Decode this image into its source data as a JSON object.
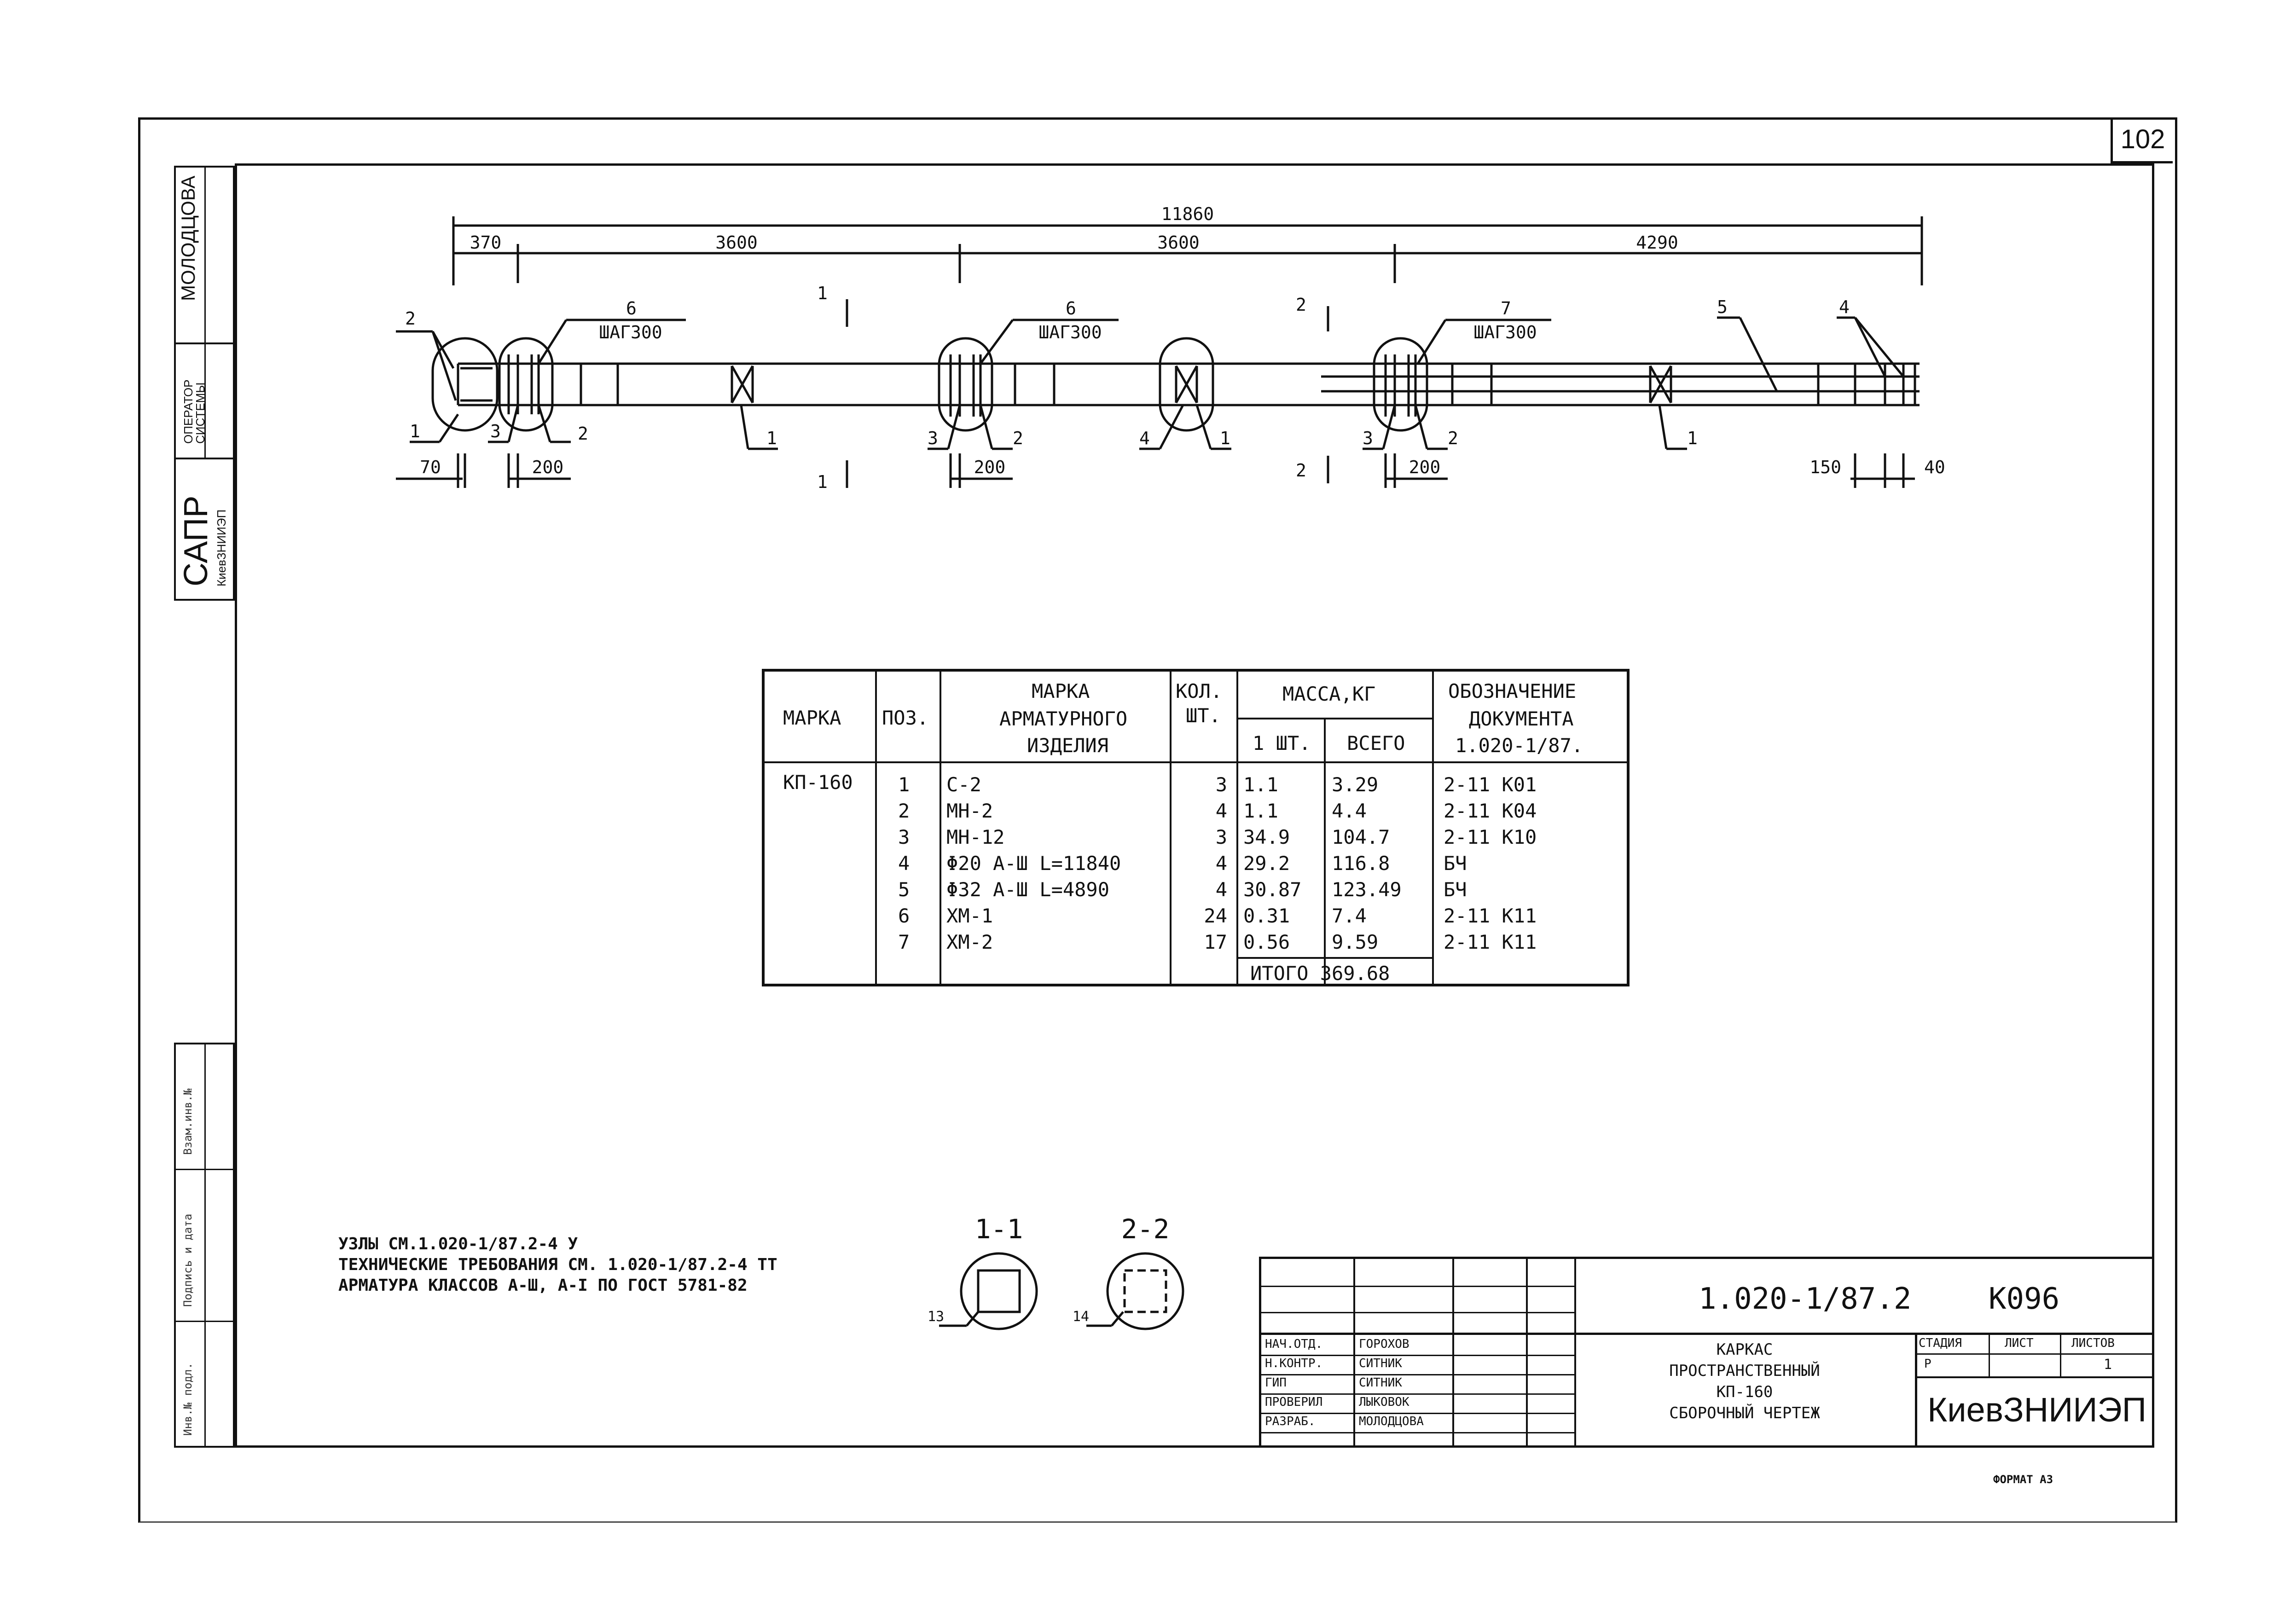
{
  "sheet_number": "102",
  "side_stamp": {
    "name": "МОЛОДЦОВА",
    "role": "ОПЕРАТОР СИСТЕМЫ",
    "system": "САПР",
    "org": "КиевЗНИИЭП",
    "bottom_cells": [
      "Взам.инв.№",
      "Подпись и дата",
      "Инв.№ подл."
    ]
  },
  "dimensions": {
    "total": "11860",
    "d370": "370",
    "d3600a": "3600",
    "d3600b": "3600",
    "d4290": "4290",
    "d70": "70",
    "d200a": "200",
    "d200b": "200",
    "d200c": "200",
    "d150": "150",
    "d40": "40"
  },
  "callouts": {
    "step_label": "ШАГ300",
    "n1": "1",
    "n2": "2",
    "n3": "3",
    "n4": "4",
    "n5": "5",
    "n6": "6",
    "n7": "7",
    "sec1": "1",
    "sec2": "2"
  },
  "spec_table": {
    "headers": {
      "marka": "МАРКА",
      "pos": "ПОЗ.",
      "item_marka": [
        "МАРКА",
        "АРМАТУРНОГО",
        "ИЗДЕЛИЯ"
      ],
      "qty": [
        "КОЛ.",
        "ШТ."
      ],
      "mass": "МАССА,КГ",
      "mass_one": "1 ШТ.",
      "mass_total": "ВСЕГО",
      "doc": [
        "ОБОЗНАЧЕНИЕ",
        "ДОКУМЕНТА",
        "1.020-1/87."
      ]
    },
    "marka_value": "КП-160",
    "rows": [
      {
        "pos": "1",
        "item": "С-2",
        "qty": "3",
        "one": "1.1",
        "total": "3.29",
        "doc": "2-11 К01"
      },
      {
        "pos": "2",
        "item": "МН-2",
        "qty": "4",
        "one": "1.1",
        "total": "4.4",
        "doc": "2-11 К04"
      },
      {
        "pos": "3",
        "item": "МН-12",
        "qty": "3",
        "one": "34.9",
        "total": "104.7",
        "doc": "2-11 К10"
      },
      {
        "pos": "4",
        "item": "Φ20 А-Ш L=11840",
        "qty": "4",
        "one": "29.2",
        "total": "116.8",
        "doc": "БЧ"
      },
      {
        "pos": "5",
        "item": "Φ32 А-Ш L=4890",
        "qty": "4",
        "one": "30.87",
        "total": "123.49",
        "doc": "БЧ"
      },
      {
        "pos": "6",
        "item": "ХМ-1",
        "qty": "24",
        "one": "0.31",
        "total": "7.4",
        "doc": "2-11 К11"
      },
      {
        "pos": "7",
        "item": "ХМ-2",
        "qty": "17",
        "one": "0.56",
        "total": "9.59",
        "doc": "2-11 К11"
      }
    ],
    "total_label": "ИТОГО 369.68"
  },
  "notes": [
    "УЗЛЫ СМ.1.020-1/87.2-4 У",
    "ТЕХНИЧЕСКИЕ ТРЕБОВАНИЯ СМ. 1.020-1/87.2-4 ТТ",
    "АРМАТУРА КЛАССОВ А-Ш, А-I ПО ГОСТ 5781-82"
  ],
  "sections": {
    "s1_title": "1-1",
    "s1_num": "13",
    "s2_title": "2-2",
    "s2_num": "14"
  },
  "title_block": {
    "code": "1.020-1/87.2",
    "sheet_code": "К096",
    "title_lines": [
      "КАРКАС",
      "ПРОСТРАНСТВЕННЫЙ",
      "КП-160",
      "СБОРОЧНЫЙ ЧЕРТЕЖ"
    ],
    "stage_label": "СТАДИЯ",
    "sheet_label": "ЛИСТ",
    "sheets_label": "ЛИСТОВ",
    "stage": "Р",
    "sheets": "1",
    "org": "КиевЗНИИЭП",
    "people": [
      {
        "role": "НАЧ.ОТД.",
        "name": "ГОРОХОВ"
      },
      {
        "role": "Н.КОНТР.",
        "name": "СИТНИК"
      },
      {
        "role": "ГИП",
        "name": "СИТНИК"
      },
      {
        "role": "ПРОВЕРИЛ",
        "name": "ЛЫКОВОК"
      },
      {
        "role": "РАЗРАБ.",
        "name": "МОЛОДЦОВА"
      }
    ]
  },
  "format_label": "ФОРМАТ А3"
}
